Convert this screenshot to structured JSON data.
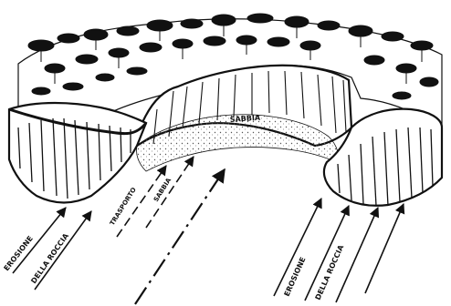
{
  "labels": {
    "sand": "SABBIA",
    "transport_1": "TRASPORTO",
    "transport_2": "SABBIA",
    "erosion_left_1": "EROSIONE",
    "erosion_left_2": "DELLA ROCCIA",
    "erosion_right_1": "EROSIONE",
    "erosion_right_2": "DELLA ROCCIA"
  },
  "colors": {
    "ink": "#111111",
    "paper": "#ffffff",
    "sand": "#f2f2f2"
  }
}
